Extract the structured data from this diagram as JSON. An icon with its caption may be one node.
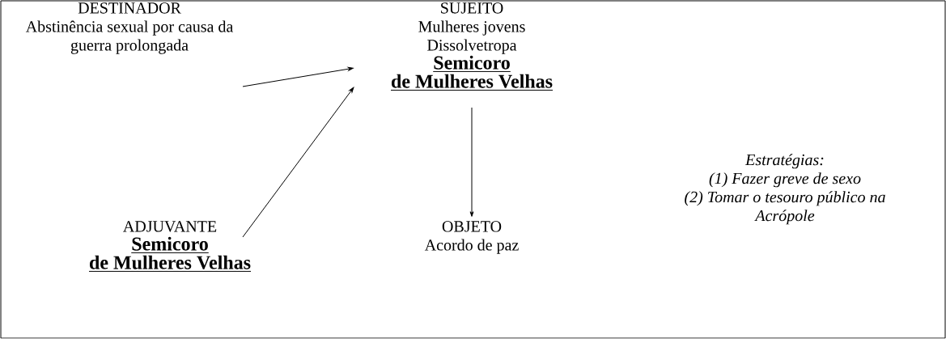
{
  "diagram": {
    "nodes": [
      {
        "text": [
          "DESTINADOR",
          "Abstinência sexual por causa da guerra prolongada"
        ]
      },
      {
        "text": [
          "SUJEITO",
          "Mulheres jovens",
          "Dissolvetropa",
          "Semicoro de Mulheres Velhas"
        ]
      },
      {
        "text": [
          "ADJUVANTE",
          "Semicoro de Mulheres Velhas"
        ]
      },
      {
        "text": [
          "OBJETO",
          "Acordo de paz"
        ]
      }
    ],
    "edges": [
      {
        "from": 0,
        "to": 1,
        "arrow": "to"
      },
      {
        "from": 2,
        "to": 1,
        "arrow": "to"
      },
      {
        "from": 1,
        "to": 3,
        "arrow": "to"
      }
    ],
    "labels": [
      "Estratégias:",
      "(1) Fazer greve de sexo",
      "(2) Tomar o tesouro público na Acrópole"
    ]
  }
}
